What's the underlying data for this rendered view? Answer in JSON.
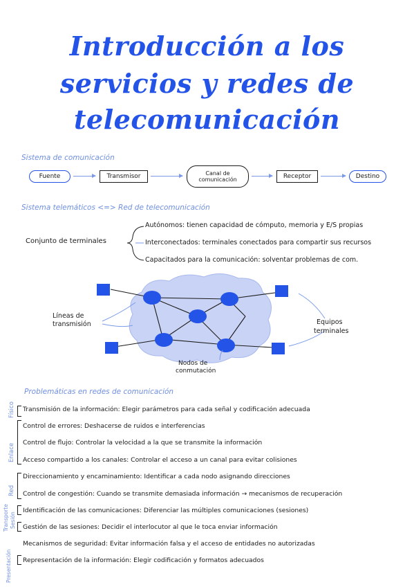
{
  "title": {
    "line1": "Introducción a los",
    "line2": "servicios y redes de",
    "line3": "telecomunicación"
  },
  "comm_system": {
    "heading": "Sistema de comunicación",
    "source": "Fuente",
    "transmitter": "Transmisor",
    "channel_line1": "Canal de",
    "channel_line2": "comunicación",
    "receiver": "Receptor",
    "destination": "Destino"
  },
  "telematic": {
    "heading": "Sistema telemáticos <=> Red de telecomunicación",
    "group_label": "Conjunto de terminales",
    "items": [
      "Autónomos: tienen capacidad de cómputo, memoria y E/S propias",
      "Interconectados: terminales conectados para compartir sus recursos",
      "Capacitados para la comunicación: solventar problemas de com."
    ]
  },
  "network_diagram": {
    "label_lines_1": "Líneas de",
    "label_lines_2": "transmisión",
    "label_terminals_1": "Equipos",
    "label_terminals_2": "terminales",
    "label_nodes_1": "Nodos de",
    "label_nodes_2": "conmutación",
    "colors": {
      "node": "#2453e8",
      "cloud": "#c9d3f5",
      "accent": "#7a9ae8"
    }
  },
  "problems": {
    "heading": "Problemáticas en redes de comunicación",
    "layers": [
      "Físico",
      "Enlace",
      "Red",
      "Transporte",
      "Sesión",
      "Presentación"
    ],
    "rows": [
      "Transmisión de la información: Elegir parámetros para cada señal y codificación adecuada",
      "Control de errores: Deshacerse de ruidos e interferencias",
      "Control de flujo: Controlar la velocidad a la que se transmite la información",
      "Acceso compartido a los canales: Controlar el acceso a un canal para evitar colisiones",
      "Direccionamiento y encaminamiento: Identificar a cada nodo asignando direcciones",
      "Control de congestión: Cuando se transmite demasiada información → mecanismos de recuperación",
      "Identificación de las comunicaciones: Diferenciar las múltiples comunicaciones (sesiones)",
      "Gestión de las sesiones: Decidir el interlocutor al que le toca enviar información",
      "Mecanismos de seguridad: Evitar información falsa y el acceso de entidades no autorizadas",
      "Representación de la información: Elegir codificación y formatos adecuados"
    ]
  }
}
